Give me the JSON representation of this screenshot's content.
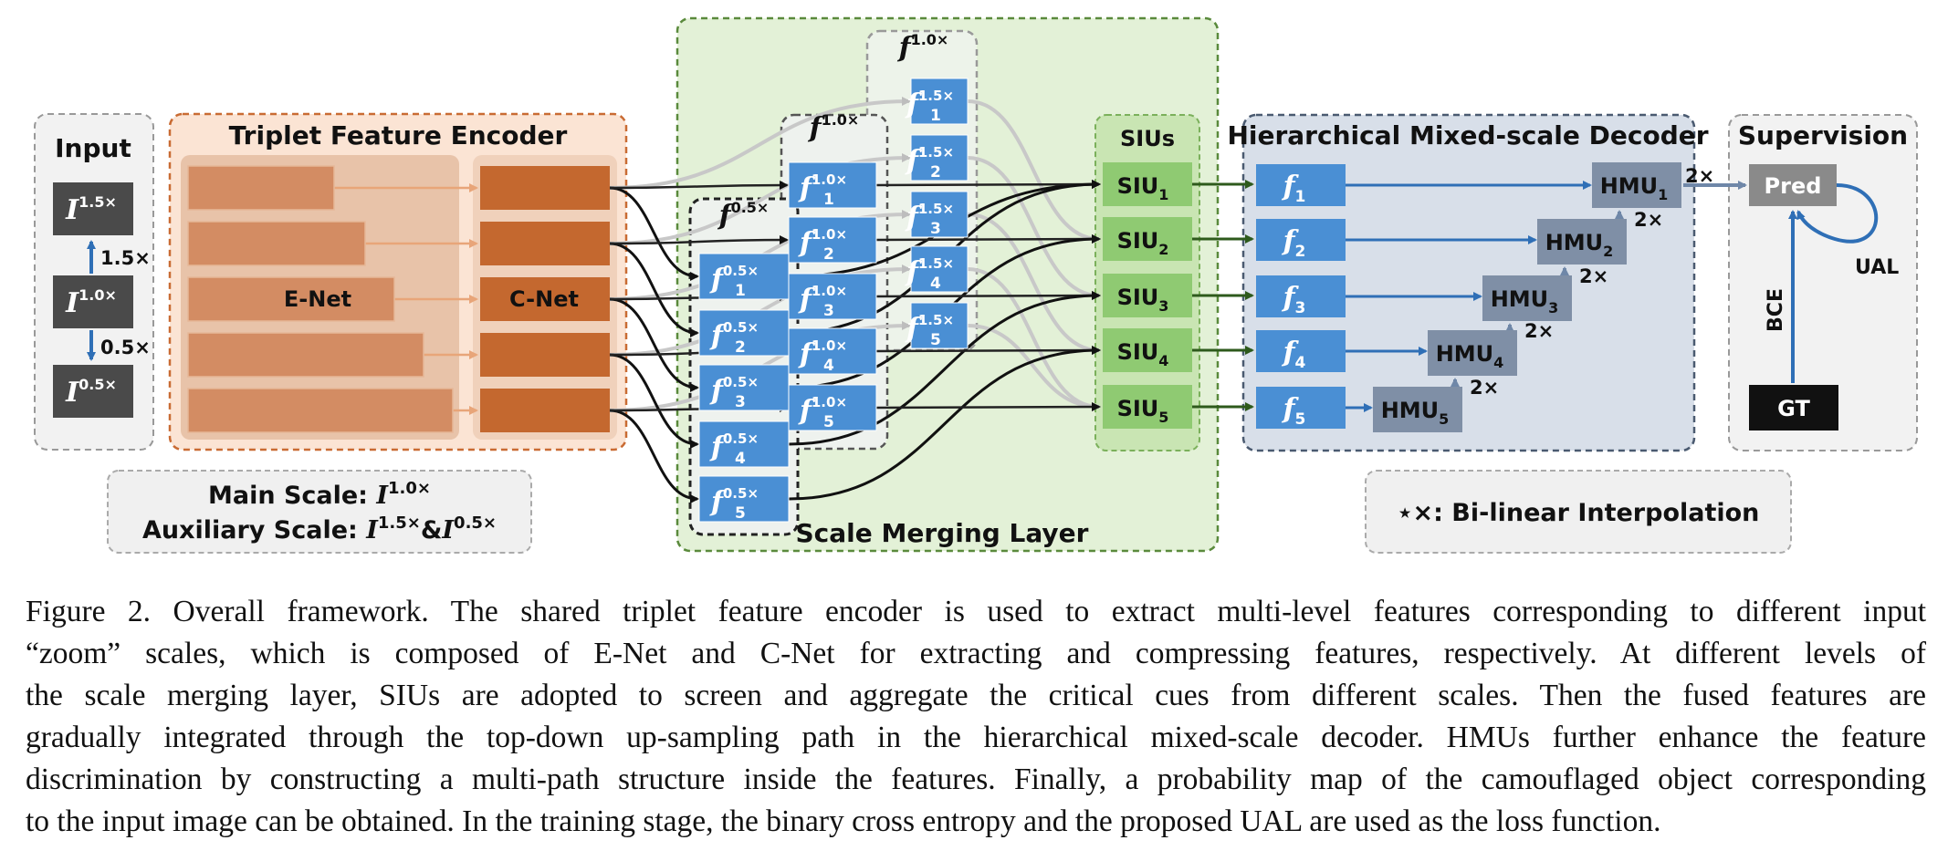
{
  "diagram": {
    "input": {
      "title": "Input",
      "images": [
        "1.5×",
        "1.0×",
        "0.5×"
      ],
      "image_symbol": "I",
      "up_label": "1.5×",
      "down_label": "0.5×"
    },
    "encoder": {
      "title": "Triplet Feature Encoder",
      "enet": "E-Net",
      "cnet": "C-Net"
    },
    "scales_note": {
      "main_prefix": "Main Scale: ",
      "main_sup": "1.0×",
      "aux_prefix": "Auxiliary Scale: ",
      "aux_sup1": "1.5×",
      "aux_amp": "&",
      "aux_sup2": "0.5×"
    },
    "merging": {
      "title": "Scale Merging Layer",
      "group_symbol": "f",
      "groups": [
        "0.5×",
        "1.0×",
        "1.0×"
      ],
      "features": {
        "col05": [
          "1",
          "2",
          "3",
          "4",
          "5"
        ],
        "col10": [
          "1",
          "2",
          "3",
          "4",
          "5"
        ],
        "col15": [
          "1",
          "2",
          "3",
          "4",
          "5"
        ]
      },
      "sup05": "0.5×",
      "sup10": "1.0×",
      "sup15": "1.5×"
    },
    "sius": {
      "title": "SIUs",
      "prefix": "SIU",
      "subs": [
        "1",
        "2",
        "3",
        "4",
        "5"
      ]
    },
    "decoder": {
      "title": "Hierarchical Mixed-scale Decoder",
      "f_subs": [
        "1",
        "2",
        "3",
        "4",
        "5"
      ],
      "hmu_prefix": "HMU",
      "hmu_subs": [
        "1",
        "2",
        "3",
        "4",
        "5"
      ],
      "up_label": "2×"
    },
    "supervision": {
      "title": "Supervision",
      "pred": "Pred",
      "gt": "GT",
      "bce": "BCE",
      "ual": "UAL",
      "up_label": "2×"
    },
    "interp_note": "⋆×: Bi-linear Interpolation",
    "colors": {
      "orange_dark": "#c4682f",
      "orange_light": "#d38c63",
      "blue": "#4a8fd4",
      "green": "#a6d58c",
      "hmu": "#7f8fa6",
      "dark": "#4a4a4a"
    }
  },
  "caption": {
    "lines": [
      "Figure 2.  Overall framework.  The shared triplet feature encoder is used to extract multi-level features corresponding to different input",
      "“zoom” scales, which is composed of E-Net and C-Net for extracting and compressing features, respectively.  At different levels of",
      "the scale merging layer, SIUs are adopted to screen and aggregate the critical cues from different scales.  Then the fused features are",
      "gradually integrated through the top-down up-sampling path in the hierarchical mixed-scale decoder.  HMUs further enhance the feature",
      "discrimination by constructing a multi-path structure inside the features. Finally, a probability map of the camouflaged object corresponding",
      "to the input image can be obtained. In the training stage, the binary cross entropy and the proposed UAL are used as the loss function."
    ]
  }
}
